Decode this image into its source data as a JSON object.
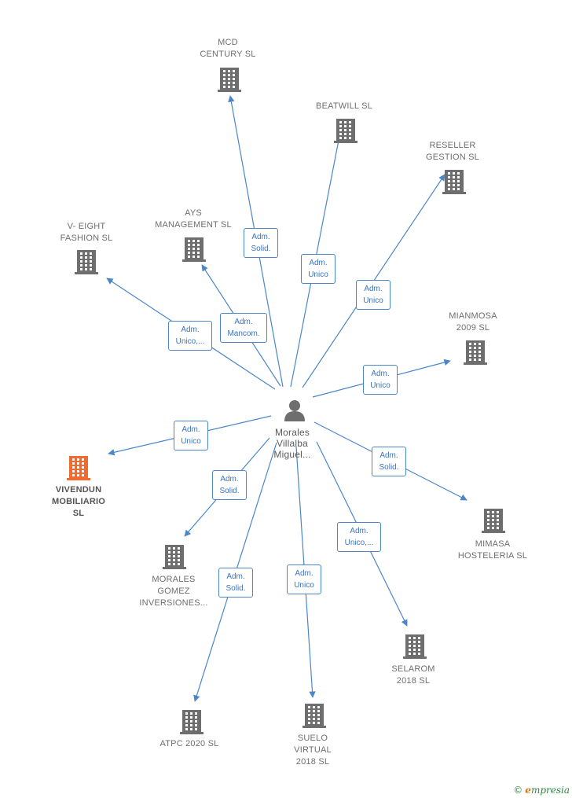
{
  "colors": {
    "edge": "#4a86c8",
    "building": "#6e6e6e",
    "building_main": "#f26a2e",
    "person": "#6e6e6e"
  },
  "center": {
    "id": "person",
    "label": "Morales\nVillalba\nMiguel...",
    "icon": "person-icon"
  },
  "nodes": [
    {
      "id": "mcd-century",
      "label": "MCD\nCENTURY  SL",
      "icon": "building-icon",
      "main": false
    },
    {
      "id": "beatwill",
      "label": "BEATWILL  SL",
      "icon": "building-icon",
      "main": false
    },
    {
      "id": "reseller-gestion",
      "label": "RESELLER\nGESTION  SL",
      "icon": "building-icon",
      "main": false
    },
    {
      "id": "v-eight-fashion",
      "label": "V- EIGHT\nFASHION  SL",
      "icon": "building-icon",
      "main": false
    },
    {
      "id": "ays-management",
      "label": "AYS\nMANAGEMENT SL",
      "icon": "building-icon",
      "main": false
    },
    {
      "id": "mianmosa-2009",
      "label": "MIANMOSA\n2009 SL",
      "icon": "building-icon",
      "main": false
    },
    {
      "id": "vivendun-mobiliario",
      "label": "VIVENDUN\nMOBILIARIO\nSL",
      "icon": "building-icon",
      "main": true
    },
    {
      "id": "mimasa-hosteleria",
      "label": "MIMASA\nHOSTELERIA SL",
      "icon": "building-icon",
      "main": false
    },
    {
      "id": "morales-gomez",
      "label": "MORALES\nGOMEZ\nINVERSIONES...",
      "icon": "building-icon",
      "main": false
    },
    {
      "id": "selarom-2018",
      "label": "SELAROM\n2018  SL",
      "icon": "building-icon",
      "main": false
    },
    {
      "id": "atpc-2020",
      "label": "ATPC 2020  SL",
      "icon": "building-icon",
      "main": false
    },
    {
      "id": "suelo-virtual-2018",
      "label": "SUELO\nVIRTUAL\n2018  SL",
      "icon": "building-icon",
      "main": false
    }
  ],
  "edges": [
    {
      "to": "mcd-century",
      "label": "Adm.\nSolid."
    },
    {
      "to": "beatwill",
      "label": "Adm.\nUnico"
    },
    {
      "to": "reseller-gestion",
      "label": "Adm.\nUnico"
    },
    {
      "to": "v-eight-fashion",
      "label": "Adm.\nUnico,..."
    },
    {
      "to": "ays-management",
      "label": "Adm.\nMancom."
    },
    {
      "to": "mianmosa-2009",
      "label": "Adm.\nUnico"
    },
    {
      "to": "vivendun-mobiliario",
      "label": "Adm.\nUnico"
    },
    {
      "to": "mimasa-hosteleria",
      "label": "Adm.\nSolid."
    },
    {
      "to": "morales-gomez",
      "label": "Adm.\nSolid."
    },
    {
      "to": "selarom-2018",
      "label": "Adm.\nUnico,..."
    },
    {
      "to": "atpc-2020",
      "label": "Adm.\nSolid."
    },
    {
      "to": "suelo-virtual-2018",
      "label": "Adm.\nUnico"
    }
  ],
  "footer": {
    "copyright": "©",
    "brand_initial": "e",
    "brand_rest": "mpresia"
  }
}
